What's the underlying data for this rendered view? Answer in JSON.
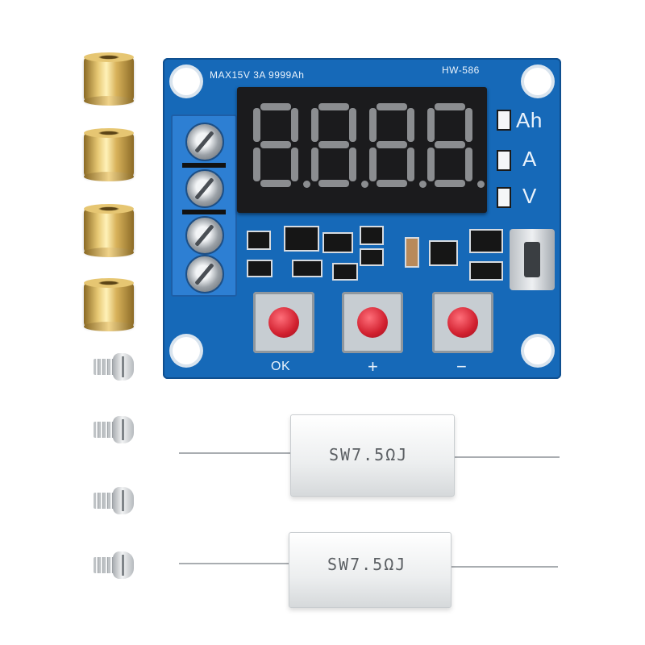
{
  "pcb": {
    "spec_text": "MAX15V 3A 9999Ah",
    "model": "HW-586",
    "indicators": [
      "Ah",
      "A",
      "V"
    ],
    "button_labels": [
      "OK",
      "+",
      "−"
    ]
  },
  "resistors": [
    {
      "label": "SW7.5ΩJ"
    },
    {
      "label": "SW7.5ΩJ"
    }
  ]
}
